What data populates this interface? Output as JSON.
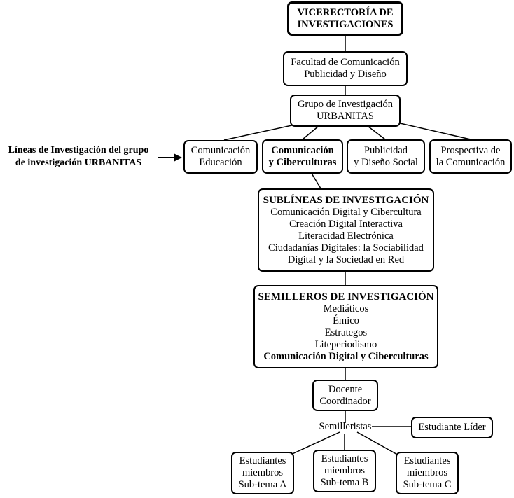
{
  "vicerrectoria": {
    "line1": "VICERECTORÍA DE",
    "line2": "INVESTIGACIONES"
  },
  "facultad": {
    "line1": "Facultad de Comunicación",
    "line2": "Publicidad y Diseño"
  },
  "grupo": {
    "line1": "Grupo de Investigación",
    "line2": "URBANITAS"
  },
  "lineas_label": {
    "line1": "Líneas de Investigación del grupo",
    "line2": "de investigación URBANITAS"
  },
  "lineas": [
    {
      "line1": "Comunicación",
      "line2": "Educación",
      "bold": false
    },
    {
      "line1": "Comunicación",
      "line2": "y Ciberculturas",
      "bold": true
    },
    {
      "line1": "Publicidad",
      "line2": "y Diseño Social",
      "bold": false
    },
    {
      "line1": "Prospectiva de",
      "line2": "la Comunicación",
      "bold": false
    }
  ],
  "sublineas": {
    "title": "SUBLÍNEAS DE INVESTIGACIÓN",
    "items": [
      "Comunicación Digital y Cibercultura",
      "Creación Digital Interactiva",
      "Literacidad Electrónica",
      "Ciudadanías Digitales: la Sociabilidad",
      "Digital y la Sociedad en Red"
    ]
  },
  "semilleros": {
    "title": "SEMILLEROS DE INVESTIGACIÓN",
    "items": [
      "Mediáticos",
      "Émico",
      "Estrategos",
      "Liteperiodismo"
    ],
    "last": "Comunicación Digital y Ciberculturas"
  },
  "docente": {
    "line1": "Docente",
    "line2": "Coordinador"
  },
  "semilleristas": "Semilleristas",
  "estudiante_lider": "Estudiante Líder",
  "estudiantes": [
    {
      "line1": "Estudiantes",
      "line2": "miembros",
      "line3": "Sub-tema A"
    },
    {
      "line1": "Estudiantes",
      "line2": "miembros",
      "line3": "Sub-tema B"
    },
    {
      "line1": "Estudiantes",
      "line2": "miembros",
      "line3": "Sub-tema C"
    }
  ]
}
